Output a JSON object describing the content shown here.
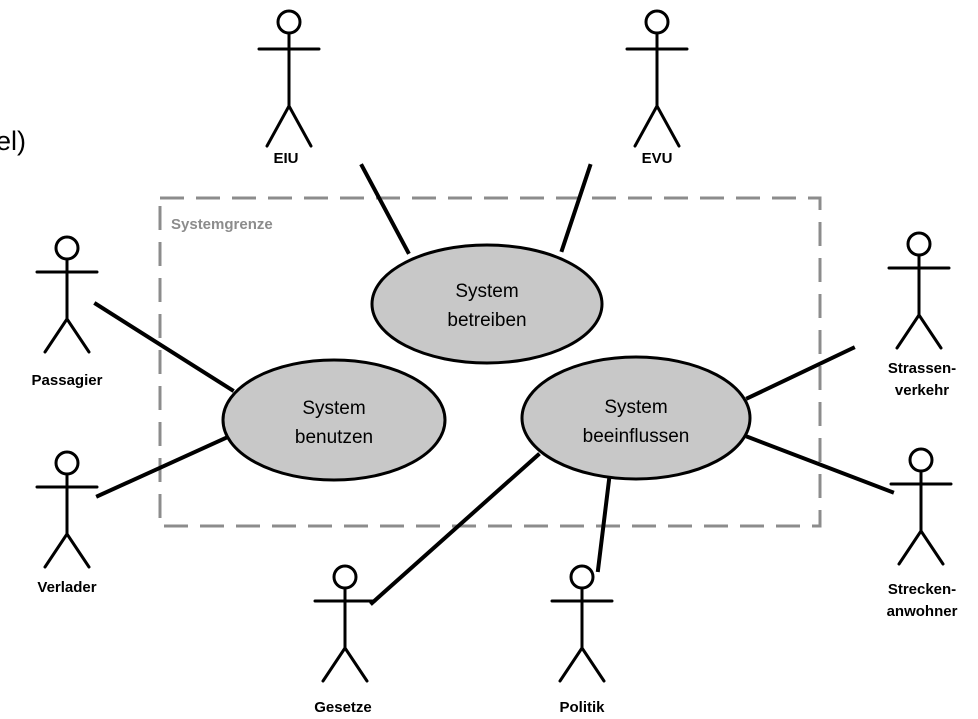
{
  "clipped_text": "el)",
  "boundary": {
    "label": "Systemgrenze"
  },
  "use_cases": [
    {
      "id": "betreiben",
      "lines": [
        "System",
        "betreiben"
      ]
    },
    {
      "id": "benutzen",
      "lines": [
        "System",
        "benutzen"
      ]
    },
    {
      "id": "beeinflussen",
      "lines": [
        "System",
        "beeinflussen"
      ]
    }
  ],
  "actors": [
    {
      "id": "eiu",
      "lines": [
        "EIU"
      ]
    },
    {
      "id": "evu",
      "lines": [
        "EVU"
      ]
    },
    {
      "id": "passagier",
      "lines": [
        "Passagier"
      ]
    },
    {
      "id": "verlader",
      "lines": [
        "Verlader"
      ]
    },
    {
      "id": "strassenverkehr",
      "lines": [
        "Strassen-",
        "verkehr"
      ]
    },
    {
      "id": "streckenanwohner",
      "lines": [
        "Strecken-",
        "anwohner"
      ]
    },
    {
      "id": "gesetze",
      "lines": [
        "Gesetze"
      ]
    },
    {
      "id": "politik",
      "lines": [
        "Politik"
      ]
    }
  ],
  "colors": {
    "usecase_fill": "#c8c8c8",
    "boundary": "#8c8c8c",
    "ink": "#000000"
  }
}
